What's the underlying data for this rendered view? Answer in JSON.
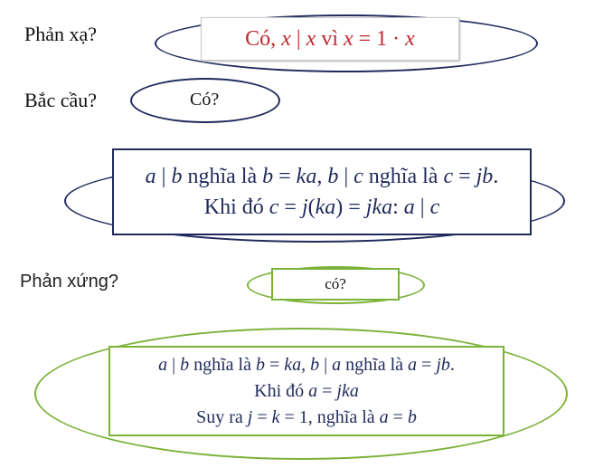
{
  "reflexive": {
    "label": "Phản xạ?",
    "answer_prefix": "Có, ",
    "answer_x1": "x",
    "answer_bar": " | ",
    "answer_x2": "x",
    "answer_mid": " vì ",
    "answer_x3": "x",
    "answer_eq": " = 1 · ",
    "answer_x4": "x",
    "text_color": "#c0282d"
  },
  "transitive": {
    "label": "Bắc cầu?",
    "answer": "Có?",
    "proof_line1": {
      "a1": "a",
      "t1": " | ",
      "b1": "b",
      "t2": " nghĩa là ",
      "b2": "b",
      "t3": " = ",
      "ka": "ka",
      "t4": ", ",
      "b3": "b",
      "t5": " | ",
      "c1": "c",
      "t6": " nghĩa là ",
      "c2": "c",
      "t7": " = ",
      "jb": "jb",
      "t8": "."
    },
    "proof_line2": {
      "t1": "Khi đó  ",
      "c": "c",
      "t2": " = ",
      "j": "j",
      "t3": "(",
      "ka": "ka",
      "t4": ") = ",
      "jka": "jka",
      "t5": ": ",
      "a": "a",
      "t6": " | ",
      "c2": "c"
    },
    "color": "#1f2a5c"
  },
  "symmetric": {
    "label": "Phản xứng?",
    "answer": "có?",
    "proof_line1": {
      "a1": "a",
      "t1": " | ",
      "b1": "b",
      "t2": " nghĩa là ",
      "b2": "b",
      "t3": " = ",
      "ka": "ka",
      "t4": ", ",
      "b3": "b",
      "t5": " | ",
      "a2": "a",
      "t6": " nghĩa là ",
      "a3": "a",
      "t7": " = ",
      "jb": "jb",
      "t8": "."
    },
    "proof_line2": {
      "t1": "Khi đó ",
      "a": "a",
      "t2": " = ",
      "jka": "jka"
    },
    "proof_line3": {
      "t1": "Suy ra ",
      "j": "j",
      "t2": " = ",
      "k": "k",
      "t3": " = 1, nghĩa là ",
      "a": "a",
      "t4": " = ",
      "b": "b"
    },
    "color": "#7bb23a",
    "text_color": "#1f2a5c"
  }
}
